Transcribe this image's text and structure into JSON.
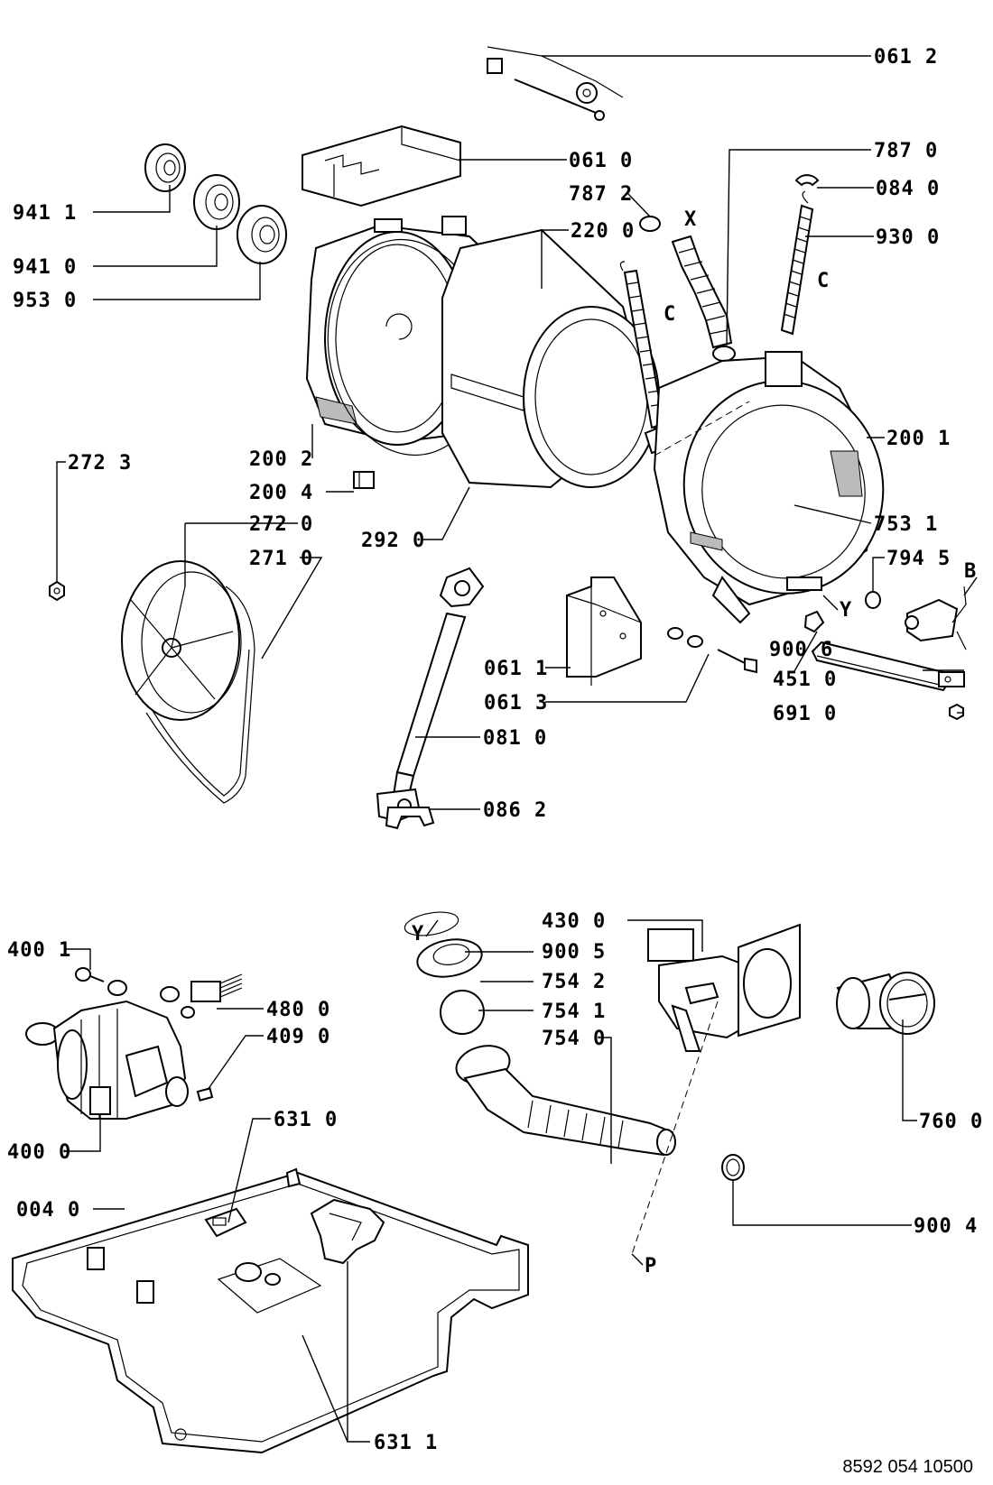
{
  "document_number": "8592 054 10500",
  "labels": {
    "l0612": "061 2",
    "l0610": "061 0",
    "l7870": "787 0",
    "l9411": "941 1",
    "l7872": "787 2",
    "l0840": "084 0",
    "lX": "X",
    "l2200": "220 0",
    "l9410": "941 0",
    "l9300": "930 0",
    "l9530": "953 0",
    "lC1": "C",
    "lC2": "C",
    "l2723": "272 3",
    "l2002": "200 2",
    "l2001": "200 1",
    "l2004": "200 4",
    "l2720": "272 0",
    "l7531": "753 1",
    "l2920": "292 0",
    "l7945": "794 5",
    "l2710": "271 0",
    "lB": "B",
    "lY1": "Y",
    "l0611": "061 1",
    "l9006": "900 6",
    "l4510": "451 0",
    "l0613": "061 3",
    "l6910": "691 0",
    "l0810": "081 0",
    "l0862": "086 2",
    "l4300": "430 0",
    "lY2": "Y",
    "l9005": "900 5",
    "l4001": "400 1",
    "l7542": "754 2",
    "l4800": "480 0",
    "l7541": "754 1",
    "l4090": "409 0",
    "l7540": "754 0",
    "l4000": "400 0",
    "l7600": "760 0",
    "l6310": "631 0",
    "l0040": "004 0",
    "l9004": "900 4",
    "lP": "P",
    "l6311": "631 1"
  }
}
